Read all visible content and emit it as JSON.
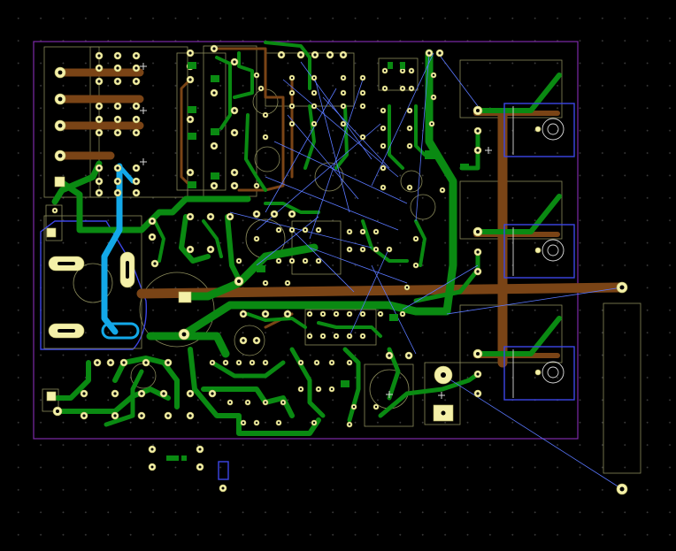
{
  "board": {
    "outline_color": "#7d2aa8",
    "background_color": "#000000",
    "grid": true
  },
  "layers": {
    "top_copper": "#0a8a12",
    "bottom_copper": "#7a4416",
    "selected_net": "#13a8e8",
    "ratsnest": "#5a78ff",
    "pads": "#f4f0a8",
    "silkscreen": "#8a8a5a",
    "component_highlight": "#3c46e6"
  },
  "components": {
    "heatsink_packages": [
      "q1-to220",
      "q2-to220",
      "q3-to220"
    ],
    "transformer": "t1-transformer",
    "off_board_part": "external-resistor"
  }
}
